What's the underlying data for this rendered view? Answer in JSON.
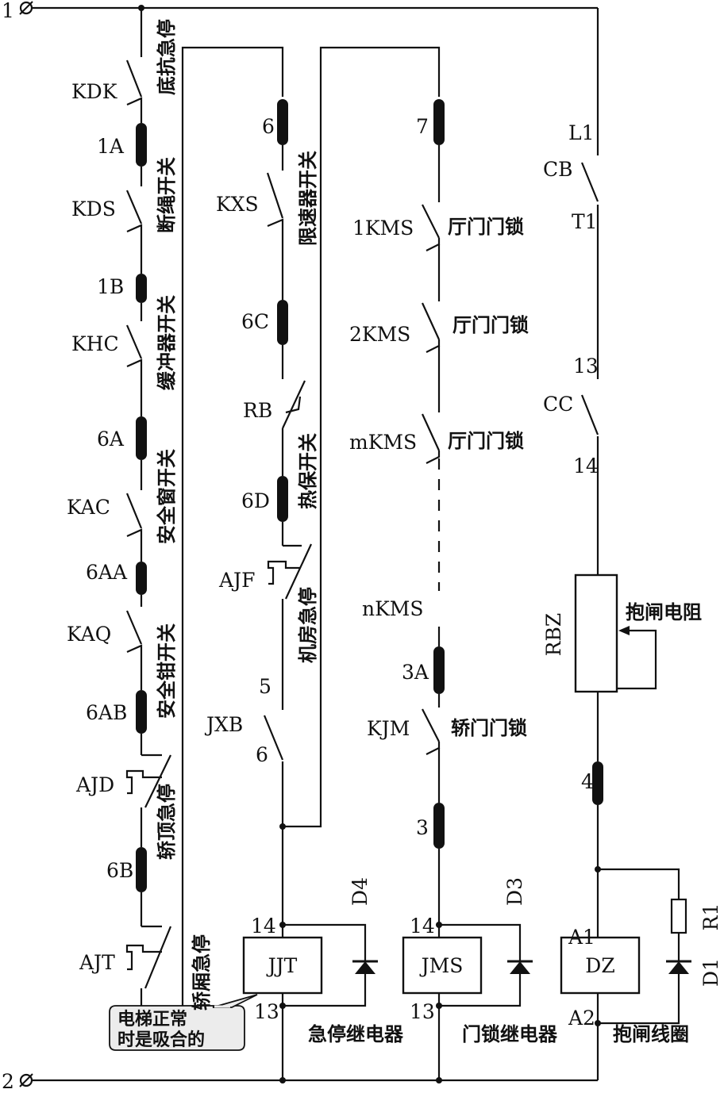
{
  "terminals": {
    "t1": "1",
    "t2": "2"
  },
  "left_chain": {
    "kdk": "KDK",
    "kdk_desc": "底抗急停",
    "f1a": "1A",
    "kds": "KDS",
    "kds_desc": "断绳开关",
    "f1b": "1B",
    "khc": "KHC",
    "khc_desc": "缓冲器开关",
    "f6a": "6A",
    "kac": "KAC",
    "kac_desc": "安全窗开关",
    "f6aa": "6AA",
    "kaq": "KAQ",
    "kaq_desc": "安全钳开关",
    "f6ab": "6AB",
    "ajd": "AJD",
    "ajd_desc": "轿顶急停",
    "f6b": "6B",
    "ajt": "AJT",
    "ajt_desc": "轿厢急停"
  },
  "middle_chain": {
    "f6": "6",
    "kxs": "KXS",
    "kxs_desc": "限速器开关",
    "f6c": "6C",
    "rb": "RB",
    "f6d": "6D",
    "rb_desc": "热保开关",
    "ajf": "AJF",
    "ajf_desc": "机房急停",
    "n5": "5",
    "jxb": "JXB",
    "n6": "6",
    "n14": "14",
    "n13": "13",
    "relay": "JJT",
    "diode": "D4",
    "caption": "急停继电器"
  },
  "door_chain": {
    "f7": "7",
    "k1": "1KMS",
    "k1_desc": "厅门门锁",
    "k2": "2KMS",
    "k2_desc": "厅门门锁",
    "km": "mKMS",
    "km_desc": "厅门门锁",
    "kn": "nKMS",
    "f3a": "3A",
    "kjm": "KJM",
    "kjm_desc": "轿门门锁",
    "f3": "3",
    "n14": "14",
    "n13": "13",
    "relay": "JMS",
    "diode": "D3",
    "caption": "门锁继电器"
  },
  "brake_chain": {
    "l1": "L1",
    "cb": "CB",
    "t1": "T1",
    "n13": "13",
    "cc": "CC",
    "n14": "14",
    "rbz": "RBZ",
    "rbz_desc": "抱闸电阻",
    "f4": "4",
    "a1": "A1",
    "a2": "A2",
    "coil": "DZ",
    "r1": "R1",
    "d1": "D1",
    "caption": "抱闸线圈"
  },
  "callout": {
    "line1": "电梯正常",
    "line2": "时是吸合的"
  }
}
